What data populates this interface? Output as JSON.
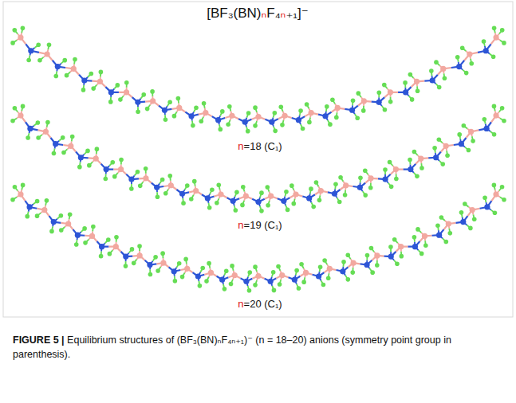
{
  "diagram": {
    "title": "[BF₃(BN)ₙF₄ₙ₊₁]⁻",
    "caption": "FIGURE 5 | Equilibrium structures of (BF₃(BN)ₙF₄ₙ₊₁)⁻ (n = 18–20) anions (symmetry point group in parenthesis).",
    "labels": [
      "n=18 (C₁)",
      "n=19 (C₁)",
      "n=20 (C₁)"
    ]
  }
}
